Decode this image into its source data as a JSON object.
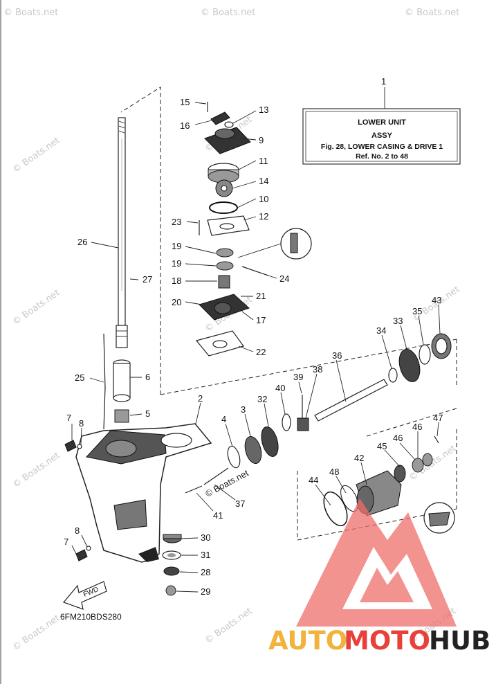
{
  "info_box": {
    "ref_number": "1",
    "line1": "LOWER UNIT",
    "line2": "ASSY",
    "line3": "Fig. 28, LOWER CASING & DRIVE 1",
    "line4": "Ref. No. 2 to 48"
  },
  "drawing_code": "6FM210BDS280",
  "fwd_label": "FWD",
  "center_watermark": "© Boats.net",
  "watermark_text": "© Boats.net",
  "brand": {
    "part1": "AUTO",
    "part2": "MOTO",
    "part3": "HUB",
    "color1": "#f2b33d",
    "color2": "#e8413c",
    "color3": "#222222"
  },
  "callouts": [
    "15",
    "13",
    "16",
    "9",
    "11",
    "14",
    "10",
    "12",
    "23",
    "19",
    "19",
    "18",
    "24",
    "20",
    "21",
    "17",
    "22",
    "26",
    "27",
    "25",
    "6",
    "5",
    "7",
    "8",
    "2",
    "7",
    "8",
    "4",
    "3",
    "32",
    "40",
    "39",
    "38",
    "36",
    "34",
    "33",
    "35",
    "43",
    "47",
    "46",
    "46",
    "45",
    "42",
    "48",
    "44",
    "37",
    "41",
    "30",
    "31",
    "28",
    "29"
  ]
}
